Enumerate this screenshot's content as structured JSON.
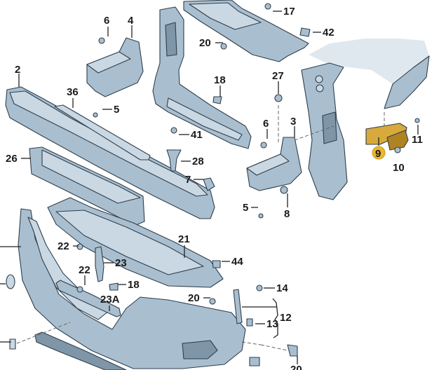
{
  "diagram": {
    "title": "Front bumper and mounting parts exploded view",
    "highlight_color": "#e8b730",
    "part_color": "#a9bfcf",
    "callouts": [
      {
        "id": "c2",
        "label": "2"
      },
      {
        "id": "c3",
        "label": "3"
      },
      {
        "id": "c4",
        "label": "4"
      },
      {
        "id": "c5a",
        "label": "5"
      },
      {
        "id": "c5b",
        "label": "5"
      },
      {
        "id": "c6a",
        "label": "6"
      },
      {
        "id": "c6b",
        "label": "6"
      },
      {
        "id": "c7",
        "label": "7"
      },
      {
        "id": "c8",
        "label": "8"
      },
      {
        "id": "c9",
        "label": "9",
        "highlighted": true
      },
      {
        "id": "c10",
        "label": "10"
      },
      {
        "id": "c11",
        "label": "11"
      },
      {
        "id": "c12",
        "label": "12"
      },
      {
        "id": "c13",
        "label": "13"
      },
      {
        "id": "c14",
        "label": "14"
      },
      {
        "id": "c17",
        "label": "17"
      },
      {
        "id": "c18a",
        "label": "18"
      },
      {
        "id": "c18b",
        "label": "18"
      },
      {
        "id": "c20a",
        "label": "20"
      },
      {
        "id": "c20b",
        "label": "20"
      },
      {
        "id": "c20c",
        "label": "20"
      },
      {
        "id": "c21",
        "label": "21"
      },
      {
        "id": "c22a",
        "label": "22"
      },
      {
        "id": "c22b",
        "label": "22"
      },
      {
        "id": "c23",
        "label": "23"
      },
      {
        "id": "c23a",
        "label": "23A"
      },
      {
        "id": "c26",
        "label": "26"
      },
      {
        "id": "c27",
        "label": "27"
      },
      {
        "id": "c28",
        "label": "28"
      },
      {
        "id": "c36",
        "label": "36"
      },
      {
        "id": "c41",
        "label": "41"
      },
      {
        "id": "c42",
        "label": "42"
      },
      {
        "id": "c44",
        "label": "44"
      }
    ]
  }
}
